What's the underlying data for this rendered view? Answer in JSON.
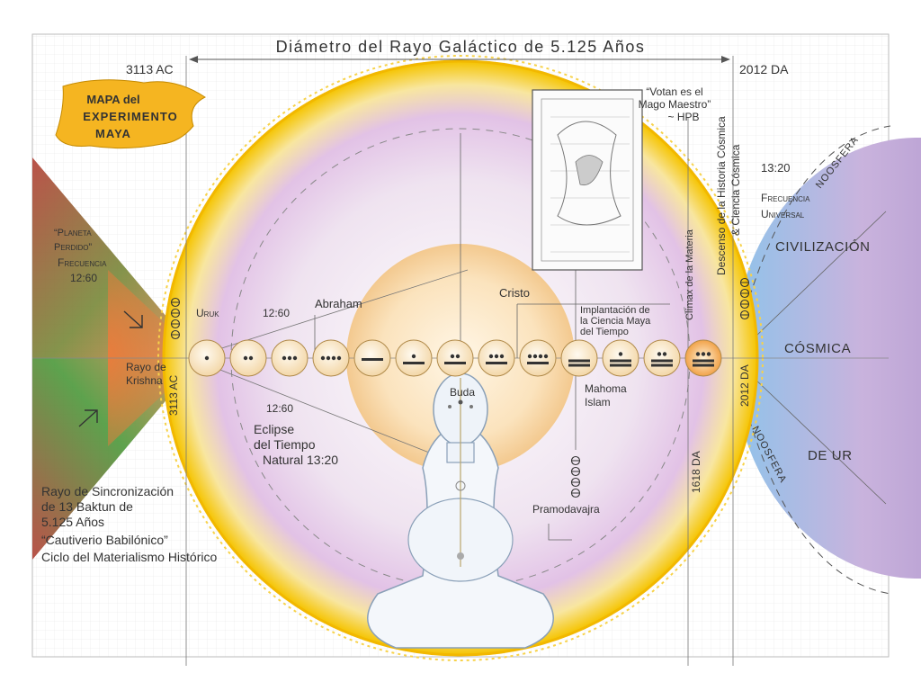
{
  "header": {
    "title": "Diámetro del Rayo Galáctico de 5.125 Años",
    "left_date": "3113 AC",
    "right_date": "2012 DA"
  },
  "badge": {
    "line1": "MAPA del",
    "line2": "EXPERIMENTO",
    "line3": "MAYA"
  },
  "quote": {
    "line1": "“Votan es el",
    "line2": "Mago Maestro”",
    "line3": "~ HPB"
  },
  "left_panel": {
    "planet_line1": "“Planeta",
    "planet_line2": "Perdido”",
    "planet_line3": "Frecuencia",
    "planet_line4": "12:60",
    "ray_line1": "Rayo de",
    "ray_line2": "Krishna"
  },
  "labels": {
    "uruk": "Uruk",
    "ratio_top": "12:60",
    "ratio_bottom": "12:60",
    "abraham": "Abraham",
    "cristo": "Cristo",
    "implant_line1": "Implantación de",
    "implant_line2": "la Ciencia Maya",
    "implant_line3": "del Tiempo",
    "buda": "Buda",
    "mahoma_line1": "Mahoma",
    "mahoma_line2": "Islam",
    "eclipse_line1": "Eclipse",
    "eclipse_line2": "del Tiempo",
    "eclipse_line3": "Natural 13:20",
    "pramodavajra": "Pramodavajra",
    "date_3113": "3113 AC",
    "date_1618": "1618 DA",
    "date_2012": "2012 DA",
    "climax": "Clímax de la Materia",
    "descenso_line1": "Descenso de la Historia Cósmica",
    "descenso_line2": "& Ciencia Cósmica"
  },
  "right_panel": {
    "noosfera_top": "NOOSFERA",
    "noosfera_bottom": "NOOSFERA",
    "ratio": "13:20",
    "freq_line1": "Frecuencia",
    "freq_line2": "Universal",
    "civ": "CIVILIZACIÓN",
    "cosmica": "CÓSMICA",
    "deur": "DE UR"
  },
  "bottom_left": {
    "line1": "Rayo de Sincronización",
    "line2": "de 13 Baktun de",
    "line3": "5.125 Años",
    "line4": "“Cautiverio Babilónico”",
    "line5": "Ciclo del Materialismo Histórico"
  },
  "baktuns": [
    1,
    2,
    3,
    4,
    5,
    6,
    7,
    8,
    9,
    10,
    11,
    12,
    13
  ],
  "colors": {
    "sun_outer": "#f5c400",
    "sun_inner": "#e7c6e8",
    "core": "#f8d9a8",
    "left_red": "#c14a3a",
    "left_green": "#4f9a3e",
    "right_purple": "#9b7cc0",
    "right_blue": "#8fbfe6",
    "text": "#333333"
  }
}
